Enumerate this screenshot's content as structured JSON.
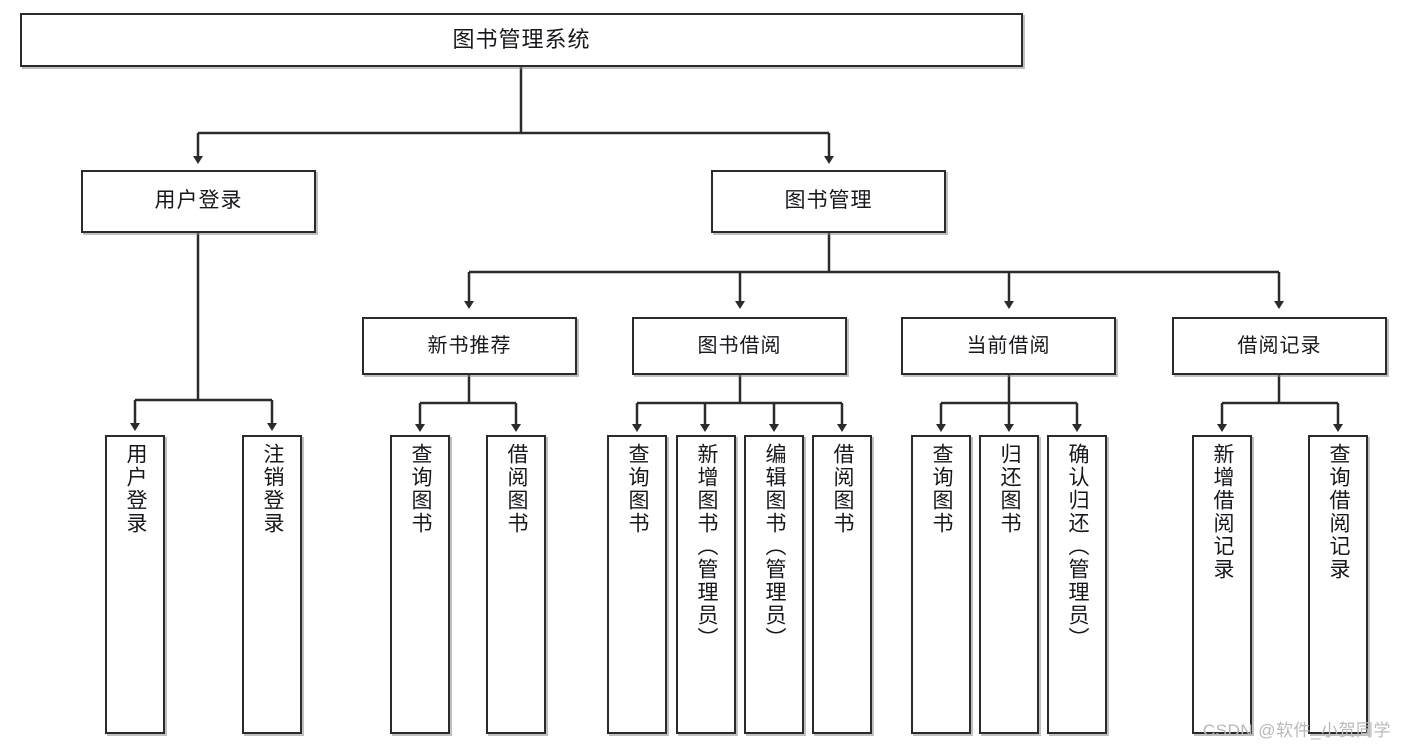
{
  "diagram": {
    "title": "图书管理系统",
    "type": "tree",
    "watermark": "CSDN @软件_小贺同学",
    "colors": {
      "box_border": "#2b2b2b",
      "box_fill": "#ffffff",
      "edge": "#2b2b2b",
      "text": "#16181c",
      "watermark": "#b9b9b9",
      "background": "#ffffff"
    },
    "nodes": {
      "root": {
        "label": "图书管理系统"
      },
      "level2": [
        {
          "id": "user-login",
          "label": "用户登录"
        },
        {
          "id": "book-manage",
          "label": "图书管理"
        }
      ],
      "level3": [
        {
          "id": "new-book-recommend",
          "label": "新书推荐"
        },
        {
          "id": "book-borrow",
          "label": "图书借阅"
        },
        {
          "id": "current-borrow",
          "label": "当前借阅"
        },
        {
          "id": "borrow-record",
          "label": "借阅记录"
        }
      ],
      "leaves": {
        "user-login": [
          {
            "id": "leaf-user-login",
            "label": "用户登录"
          },
          {
            "id": "leaf-user-logout",
            "label": "注销登录"
          }
        ],
        "new-book-recommend": [
          {
            "id": "leaf-query-book-1",
            "label": "查询图书"
          },
          {
            "id": "leaf-borrow-book-1",
            "label": "借阅图书"
          }
        ],
        "book-borrow": [
          {
            "id": "leaf-query-book-2",
            "label": "查询图书"
          },
          {
            "id": "leaf-add-book",
            "label": "新增图书（管理员）"
          },
          {
            "id": "leaf-edit-book",
            "label": "编辑图书（管理员）"
          },
          {
            "id": "leaf-borrow-book-2",
            "label": "借阅图书"
          }
        ],
        "current-borrow": [
          {
            "id": "leaf-query-book-3",
            "label": "查询图书"
          },
          {
            "id": "leaf-return-book",
            "label": "归还图书"
          },
          {
            "id": "leaf-confirm-return",
            "label": "确认归还（管理员）"
          }
        ],
        "borrow-record": [
          {
            "id": "leaf-add-record",
            "label": "新增借阅记录"
          },
          {
            "id": "leaf-query-record",
            "label": "查询借阅记录"
          }
        ]
      }
    }
  }
}
